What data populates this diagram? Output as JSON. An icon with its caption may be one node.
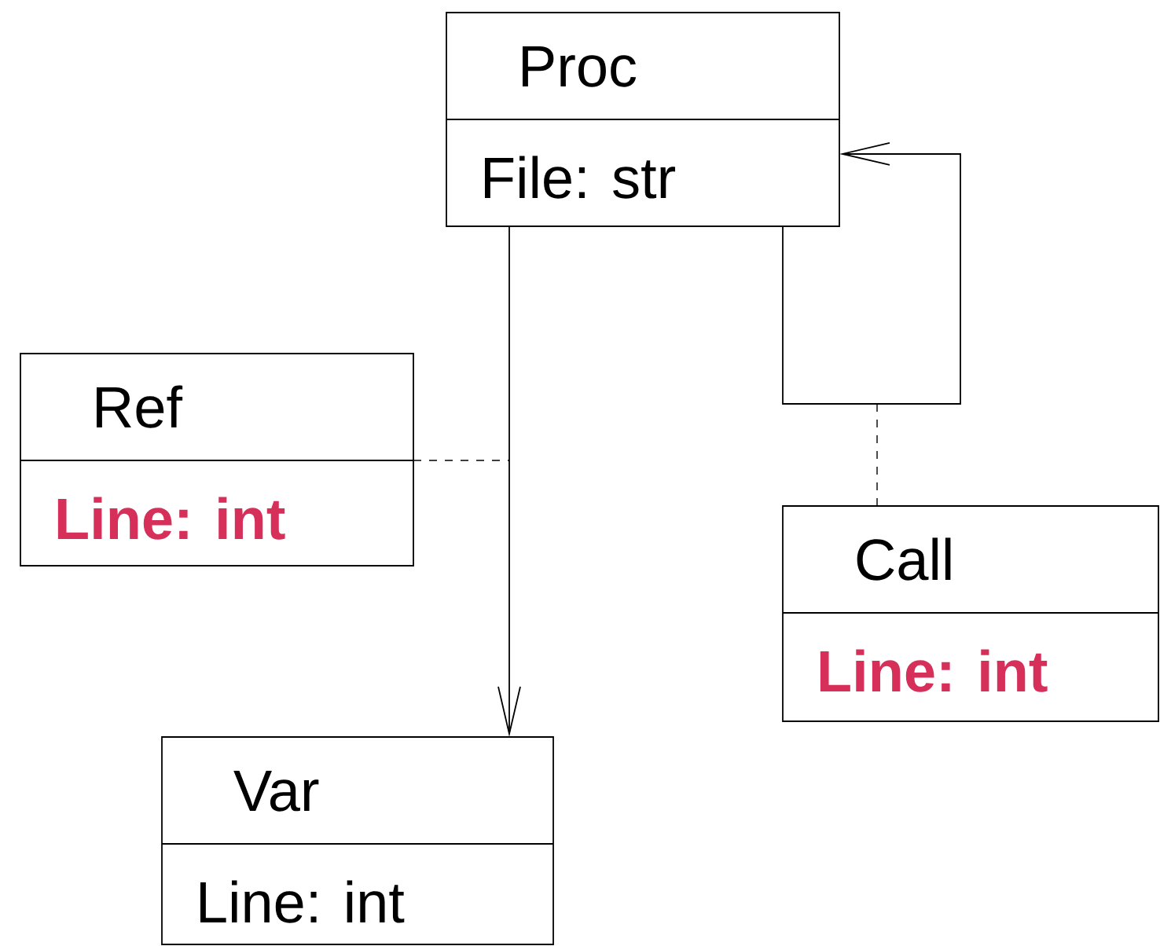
{
  "diagram": {
    "nodes": [
      {
        "text": [
          "Proc",
          "File: str"
        ]
      },
      {
        "text": [
          "Ref",
          "Line: int"
        ]
      },
      {
        "text": [
          "Call",
          "Line: int"
        ]
      },
      {
        "text": [
          "Var",
          "Line: int"
        ]
      }
    ],
    "edges": [
      {
        "from": 0,
        "to": 3,
        "arrow": "to"
      },
      {
        "from": 0,
        "to": 0,
        "arrow": "to"
      },
      {
        "from": 1,
        "to": null,
        "arrow": "none",
        "style": "dashed"
      },
      {
        "from": 2,
        "to": null,
        "arrow": "none",
        "style": "dashed"
      }
    ]
  }
}
